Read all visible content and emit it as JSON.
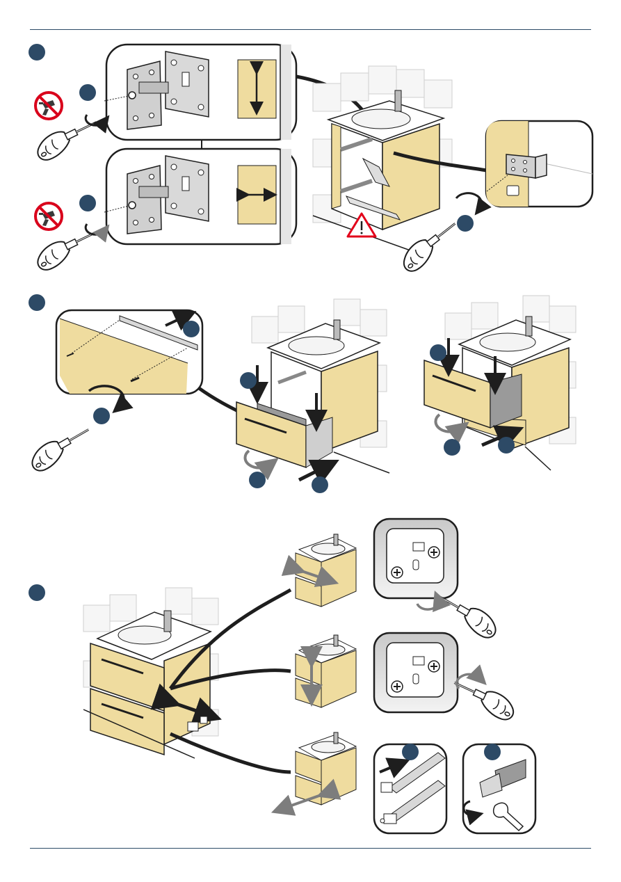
{
  "page": {
    "title": "",
    "background": "#ffffff",
    "rule_color": "#2b4a66"
  },
  "colors": {
    "panel": "#efdc9f",
    "step_badge": "#2d4a66",
    "arrow_grey": "#7d7d7d",
    "warning_red": "#e2001a",
    "no_drill_red": "#d9001b",
    "outline": "#1e1e1e",
    "tile": "#ededed"
  },
  "sections": [
    {
      "id": "hinge-adjustment",
      "badge_icon": "step-badge",
      "detail_icons": [
        "hinge-vertical-adjust",
        "hinge-horizontal-adjust",
        "no-drill-icon",
        "screwdriver-icon",
        "warning-triangle-icon",
        "wall-bracket-detail"
      ]
    },
    {
      "id": "drawer-front-fitting",
      "badge_icon": "step-badge",
      "detail_icons": [
        "handle-mounting",
        "drawer-insert-upper",
        "drawer-insert-lower"
      ]
    },
    {
      "id": "drawer-front-alignment",
      "badge_icon": "step-badge",
      "detail_icons": [
        "adjust-side-to-side",
        "adjust-up-down",
        "adjust-depth",
        "wrench-icon"
      ]
    }
  ]
}
